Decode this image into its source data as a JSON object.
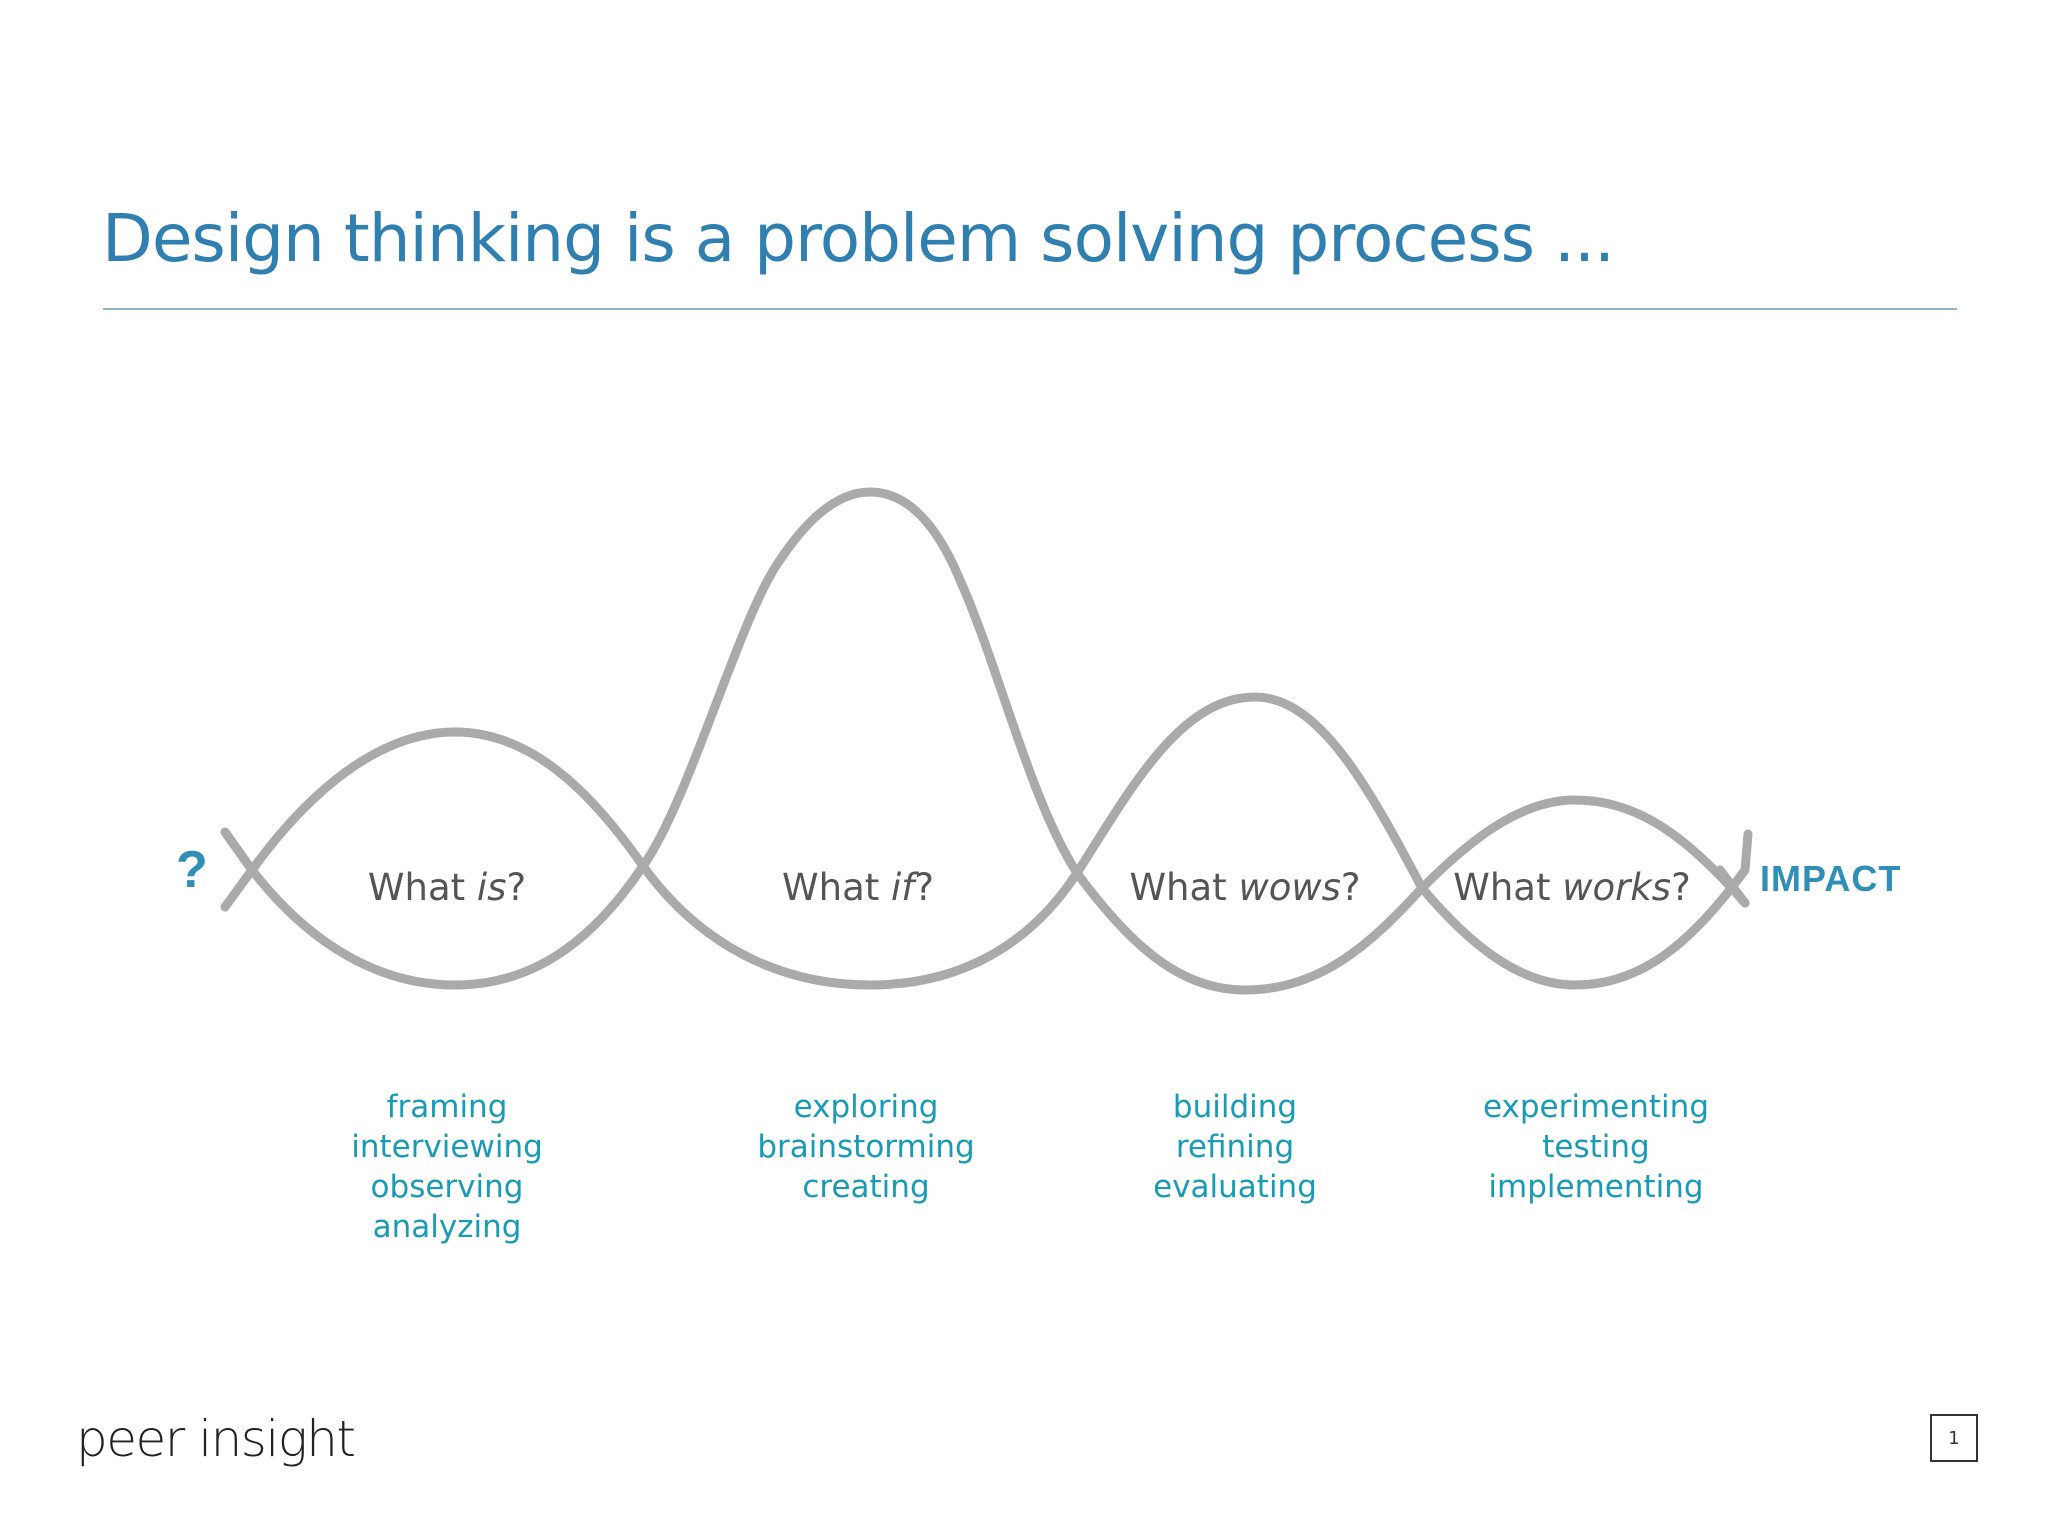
{
  "title": "Design thinking is a problem solving process ...",
  "start_label": "?",
  "end_label": "IMPACT",
  "colors": {
    "title": "#2f7fb0",
    "curve": "#aaaaaa",
    "question_text": "#555555",
    "activity_text": "#1a9bb5",
    "accent": "#2f8fb7"
  },
  "phases": [
    {
      "question_prefix": "What ",
      "question_emph": "is",
      "question_suffix": "?",
      "activities": [
        "framing",
        "interviewing",
        "observing",
        "analyzing"
      ]
    },
    {
      "question_prefix": "What ",
      "question_emph": "if",
      "question_suffix": "?",
      "activities": [
        "exploring",
        "brainstorming",
        "creating"
      ]
    },
    {
      "question_prefix": "What ",
      "question_emph": "wows",
      "question_suffix": "?",
      "activities": [
        "building",
        "refining",
        "evaluating"
      ]
    },
    {
      "question_prefix": "What ",
      "question_emph": "works",
      "question_suffix": "?",
      "activities": [
        "experimenting",
        "testing",
        "implementing"
      ]
    }
  ],
  "footer": {
    "logo": "peer insight",
    "page_number": "1"
  }
}
